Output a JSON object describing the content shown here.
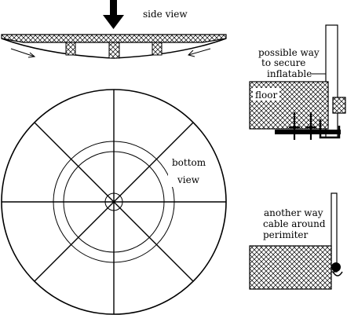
{
  "labels": {
    "side_view": "side view",
    "bottom": "bottom",
    "view": "view",
    "secure_line1": "possible way",
    "secure_line2": "to secure",
    "secure_line3": "inflatable",
    "floor": "floor",
    "another_line1": "another way",
    "another_line2": "cable around",
    "another_line3": "perimiter"
  },
  "bottom_view": {
    "spokes": 8,
    "rings": 3
  },
  "colors": {
    "ink": "#000000",
    "paper": "#ffffff",
    "hatch": "#000000"
  }
}
